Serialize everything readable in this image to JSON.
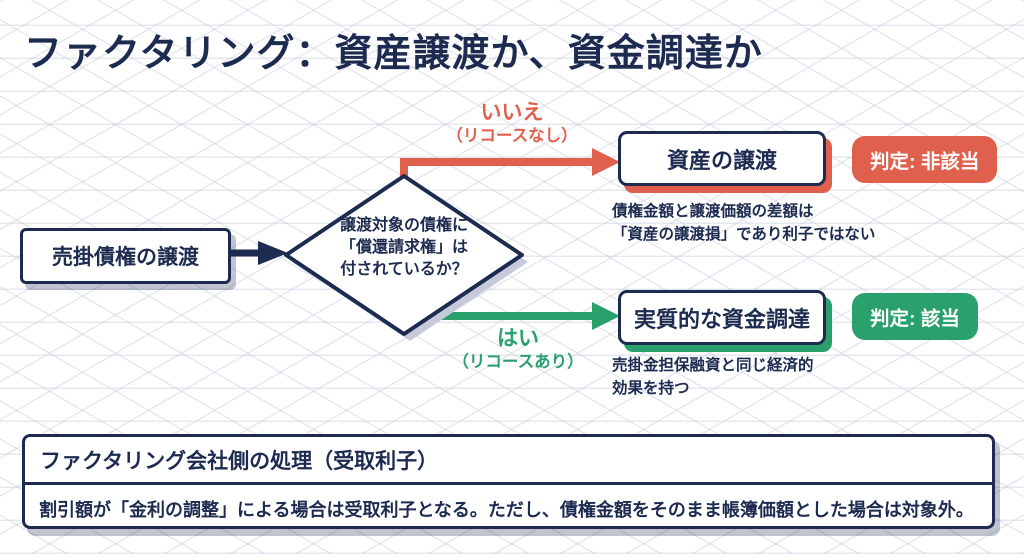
{
  "title": "ファクタリング：資産譲渡か、資金調達か",
  "colors": {
    "navy": "#1d2b50",
    "no_red": "#e0604e",
    "yes_green": "#2aa06d",
    "background": "#ffffff",
    "grid_line": "#dfe3ee"
  },
  "flow": {
    "start_box_label": "売掛債権の譲渡",
    "decision": {
      "line1": "譲渡対象の債権に",
      "line2": "「償還請求権」は",
      "line3": "付されているか？"
    },
    "no_branch": {
      "label": "いいえ",
      "sublabel": "（リコースなし）",
      "result_box_label": "資産の譲渡",
      "badge_label": "判定: 非該当",
      "note_line1": "債権金額と譲渡価額の差額は",
      "note_line2": "「資産の譲渡損」であり利子ではない"
    },
    "yes_branch": {
      "label": "はい",
      "sublabel": "（リコースあり）",
      "result_box_label": "実質的な資金調達",
      "badge_label": "判定: 該当",
      "note_line1": "売掛金担保融資と同じ経済的",
      "note_line2": "効果を持つ"
    }
  },
  "bottom_panel": {
    "header": "ファクタリング会社側の処理（受取利子）",
    "body": "割引額が「金利の調整」による場合は受取利子となる。ただし、債権金額をそのまま帳簿価額とした場合は対象外。"
  }
}
